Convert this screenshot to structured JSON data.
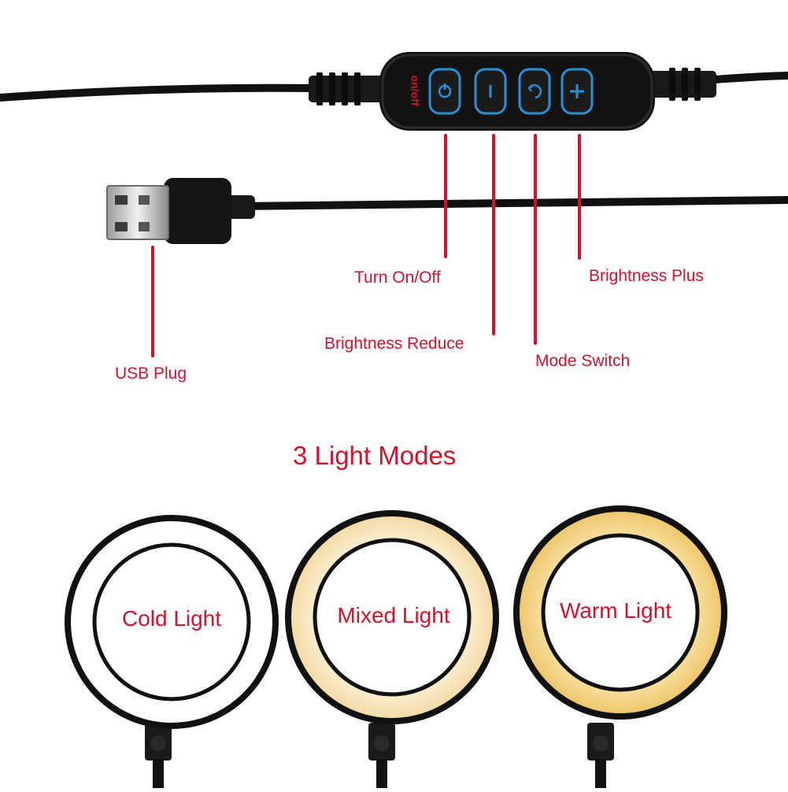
{
  "controller": {
    "onoff_text": "on/off"
  },
  "callouts": {
    "turn_on_off": "Turn On/Off",
    "brightness_reduce": "Brightness Reduce",
    "mode_switch": "Mode Switch",
    "brightness_plus": "Brightness Plus",
    "usb_plug": "USB Plug"
  },
  "modes": {
    "heading": "3 Light Modes",
    "items": [
      {
        "label": "Cold Light",
        "color": "#ffffff"
      },
      {
        "label": "Mixed Light",
        "color": "#fbe9c6"
      },
      {
        "label": "Warm Light",
        "color": "#f7d98f"
      }
    ]
  },
  "colors": {
    "accent_red": "#d0132d",
    "button_blue": "#2a8fd6",
    "cable": "#111111"
  },
  "icons": {
    "power": "power-icon",
    "minus": "minus-icon",
    "mode": "mode-icon",
    "plus": "plus-icon"
  }
}
